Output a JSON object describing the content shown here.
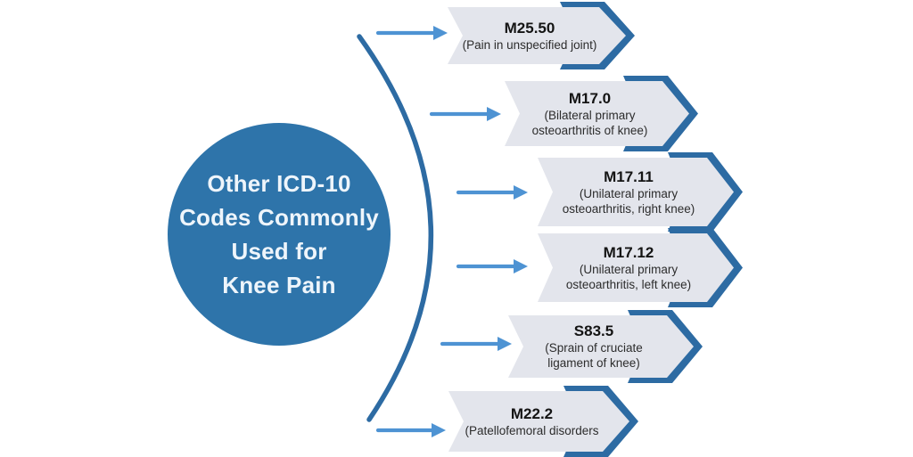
{
  "title": {
    "lines": [
      "Other ICD-10",
      "Codes Commonly",
      "Used for",
      "Knee Pain"
    ]
  },
  "items": [
    {
      "code": "M25.50",
      "description": "(Pain in unspecified joint)"
    },
    {
      "code": "M17.0",
      "description": "(Bilateral primary\nosteoarthritis of knee)"
    },
    {
      "code": "M17.11",
      "description": "(Unilateral primary\nosteoarthritis, right knee)"
    },
    {
      "code": "M17.12",
      "description": "(Unilateral primary\nosteoarthritis, left knee)"
    },
    {
      "code": "S83.5",
      "description": "(Sprain of cruciate\nligament of knee)"
    },
    {
      "code": "M22.2",
      "description": "(Patellofemoral disorders"
    }
  ],
  "colors": {
    "background": "#ffffff",
    "circle": "#2e74aa",
    "dark": "#2d6ba3",
    "arrow": "#4e93d3",
    "banner": "#e3e5ec",
    "code": "#141414",
    "desc": "#2c2c2c",
    "title_text": "#eef5fb"
  }
}
